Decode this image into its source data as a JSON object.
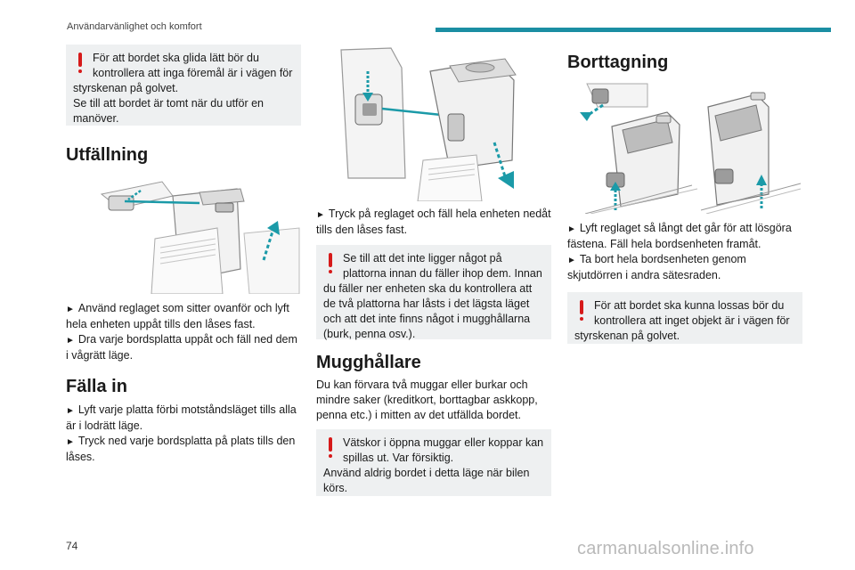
{
  "header": {
    "title": "Användarvänlighet och komfort"
  },
  "page_number": "74",
  "watermark": "carmanualsonline.info",
  "col1": {
    "warning1": {
      "first": "För att bordet ska glida lätt bör du kontrollera att inga föremål är i vägen för",
      "rest1": "styrskenan på golvet.",
      "rest2": "Se till att bordet är tomt när du utför en manöver."
    },
    "utfallning": {
      "heading": "Utfällning",
      "p1": "Använd reglaget som sitter ovanför och lyft hela enheten uppåt tills den låses fast.",
      "p2": "Dra varje bordsplatta uppåt och fäll ned dem i vågrätt läge."
    },
    "falla_in": {
      "heading": "Fälla in",
      "p1": "Lyft varje platta förbi motståndsläget tills alla är i lodrätt läge.",
      "p2": "Tryck ned varje bordsplatta på plats tills den låses."
    }
  },
  "col2": {
    "p1": "Tryck på reglaget och fäll hela enheten nedåt tills den låses fast.",
    "warning2": {
      "first": "Se till att det inte ligger något på plattorna innan du fäller ihop dem. Innan",
      "rest": "du fäller ner enheten ska du kontrollera att de två plattorna har låsts i det lägsta läget och att det inte finns något i mugghållarna (burk, penna osv.)."
    },
    "mugghallare": {
      "heading": "Mugghållare",
      "p1": "Du kan förvara två muggar eller burkar och mindre saker (kreditkort, borttagbar askkopp, penna etc.) i mitten av det utfällda bordet."
    },
    "warning3": {
      "first": "Vätskor i öppna muggar eller koppar kan spillas ut. Var försiktig.",
      "rest": "Använd aldrig bordet i detta läge när bilen körs."
    }
  },
  "col3": {
    "heading": "Borttagning",
    "p1": "Lyft reglaget så långt det går för att lösgöra fästena. Fäll hela bordsenheten framåt.",
    "p2": "Ta bort hela bordsenheten genom skjutdörren i andra sätesraden.",
    "warning4": {
      "first": "För att bordet ska kunna lossas bör du kontrollera att inget objekt är i vägen för",
      "rest": "styrskenan på golvet."
    }
  },
  "bullet_glyph": "►",
  "colors": {
    "accent": "#1b8ea3",
    "warning": "#d61a1a",
    "warn_bg": "#eef0f1",
    "arrow": "#1b9aa8"
  }
}
